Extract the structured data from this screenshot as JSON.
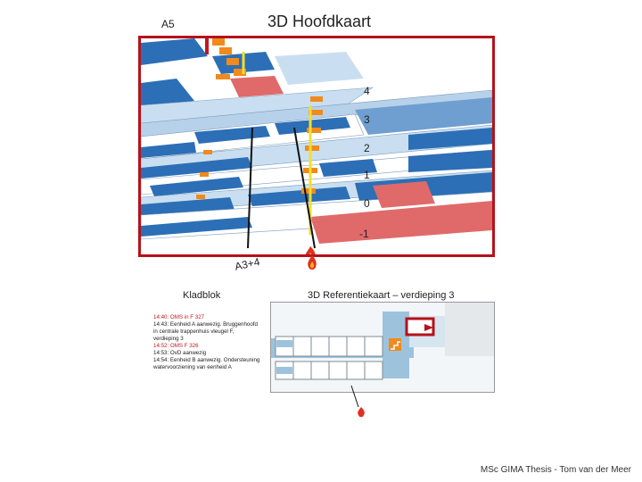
{
  "header": {
    "slide_label": "A5",
    "title": "3D Hoofdkaart"
  },
  "main_map": {
    "floors": [
      "4",
      "3",
      "2",
      "1",
      "0",
      "-1"
    ],
    "unit_label": "A3+4",
    "frame_color": "#b5121b",
    "icons": [
      "fire-icon"
    ]
  },
  "kladblok": {
    "title": "Kladblok",
    "entries": [
      {
        "text": "14:40: OMS in F 327",
        "highlight": true
      },
      {
        "text": "14:43: Eenheid A aanwezig. Bruggenhoofd in centrale trappenhuis vleugel F, verdieping 3",
        "highlight": false
      },
      {
        "text": "14:52: OMS F 326",
        "highlight": true
      },
      {
        "text": "14:53: OvD aanwezig",
        "highlight": false
      },
      {
        "text": "14:54: Eenheid B aanwezig. Ondersteuning watervoorziening van eenheid A",
        "highlight": false
      }
    ]
  },
  "reference_map": {
    "title": "3D Referentiekaart – verdieping 3",
    "icons": [
      "fire-icon",
      "stairs-icon"
    ]
  },
  "footer": {
    "credit": "MSc GIMA Thesis - Tom van der Meer"
  },
  "colors": {
    "floor_blue": "#2c6fb6",
    "floor_light": "#c9dff1",
    "floor_red": "#e06a6a",
    "stair_orange": "#f08a1c"
  }
}
